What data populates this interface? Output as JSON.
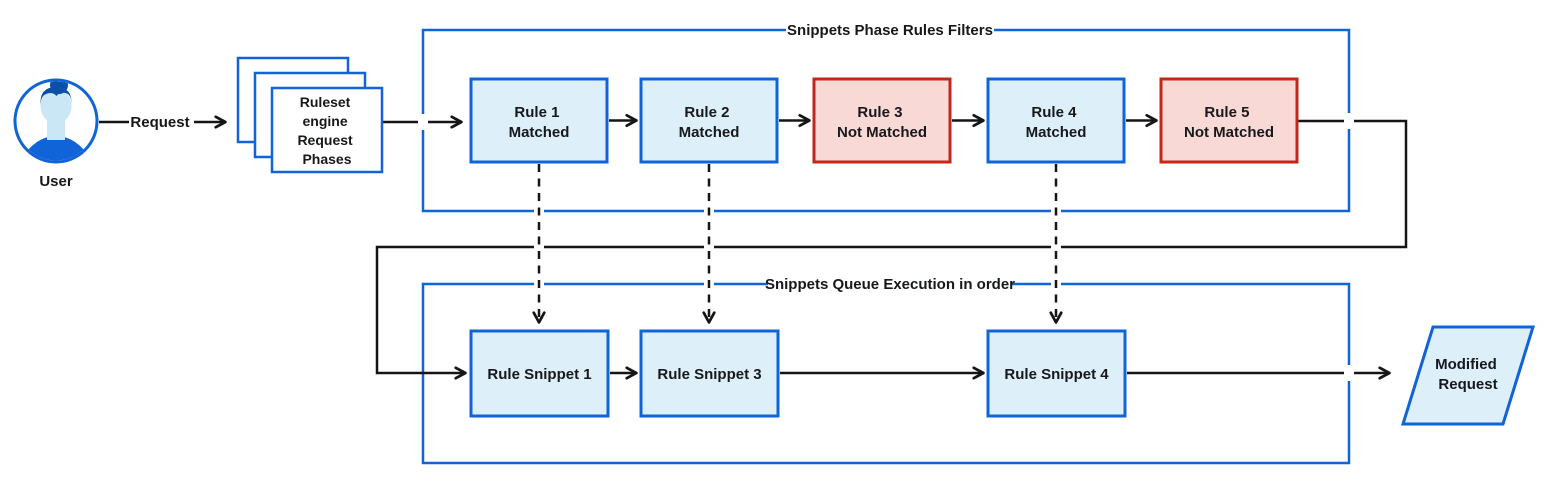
{
  "diagram": {
    "user_label": "User",
    "request_label": "Request",
    "ruleset_card": {
      "line1": "Ruleset",
      "line2": "engine",
      "line3": "Request",
      "line4": "Phases"
    },
    "filters_section_title": "Snippets Phase Rules Filters",
    "queue_section_title": "Snippets Queue Execution in order",
    "rules": [
      {
        "name": "Rule 1",
        "status": "Matched"
      },
      {
        "name": "Rule 2",
        "status": "Matched"
      },
      {
        "name": "Rule 3",
        "status": "Not Matched"
      },
      {
        "name": "Rule 4",
        "status": "Matched"
      },
      {
        "name": "Rule 5",
        "status": "Not Matched"
      }
    ],
    "snippets": [
      {
        "label": "Rule Snippet 1"
      },
      {
        "label": "Rule Snippet 3"
      },
      {
        "label": "Rule Snippet 4"
      }
    ],
    "output": {
      "line1": "Modified",
      "line2": "Request"
    },
    "colors": {
      "blue_border": "#1064d8",
      "blue_fill": "#ddf0fa",
      "red_border": "#c2271b",
      "red_fill": "#f9d9d5",
      "arrow_black": "#151515",
      "text": "#17181c"
    }
  }
}
